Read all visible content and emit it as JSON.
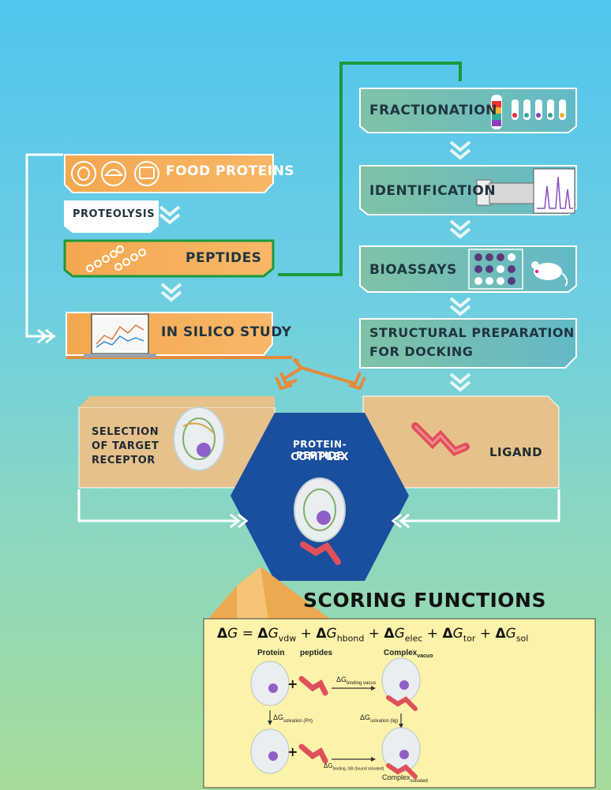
{
  "left_flow": {
    "food_proteins": "Food proteins",
    "proteolysis": "Proteolysis",
    "peptides": "Peptides",
    "in_silico": "In silico study"
  },
  "right_flow": {
    "fractionation": "Fractionation",
    "identification": "Identification",
    "bioassays": "Bioassays",
    "structural_line1": "Structural preparation",
    "structural_line2": "for Docking"
  },
  "docking": {
    "selection_line1": "Selection",
    "selection_line2": "of target",
    "selection_line3": "receptor",
    "complex_line1": "Protein-peptide",
    "complex_line2": "complex",
    "ligand": "Ligand"
  },
  "scoring": {
    "title": "Scoring functions",
    "col_protein": "Protein",
    "col_peptides": "peptides",
    "col_complex": "Complex",
    "complex_sub": "vacuo",
    "dg_binding_vacuo": "ΔG",
    "dg_binding_vacuo_sub": "binding vacuo",
    "dg_solvation_prt": "ΔG",
    "dg_solvation_prt_sub": "solvation (Prt)",
    "dg_solvation_lig": "ΔG",
    "dg_solvation_lig_sub": "solvation (lig)",
    "dg_binding_solv": "ΔG",
    "dg_binding_solv_sub": "binding, GB (bound solvated)",
    "complex_solvated": "Complex",
    "complex_solvated_sub": "solvated"
  },
  "colors": {
    "orange": "#f6b15e",
    "teal_box": "#6fbcab",
    "hexagon": "#1a4f9e",
    "tan_panel": "#e7c18b",
    "green_line": "#1a9a3c",
    "formula_bg": "#fbf3a9"
  }
}
